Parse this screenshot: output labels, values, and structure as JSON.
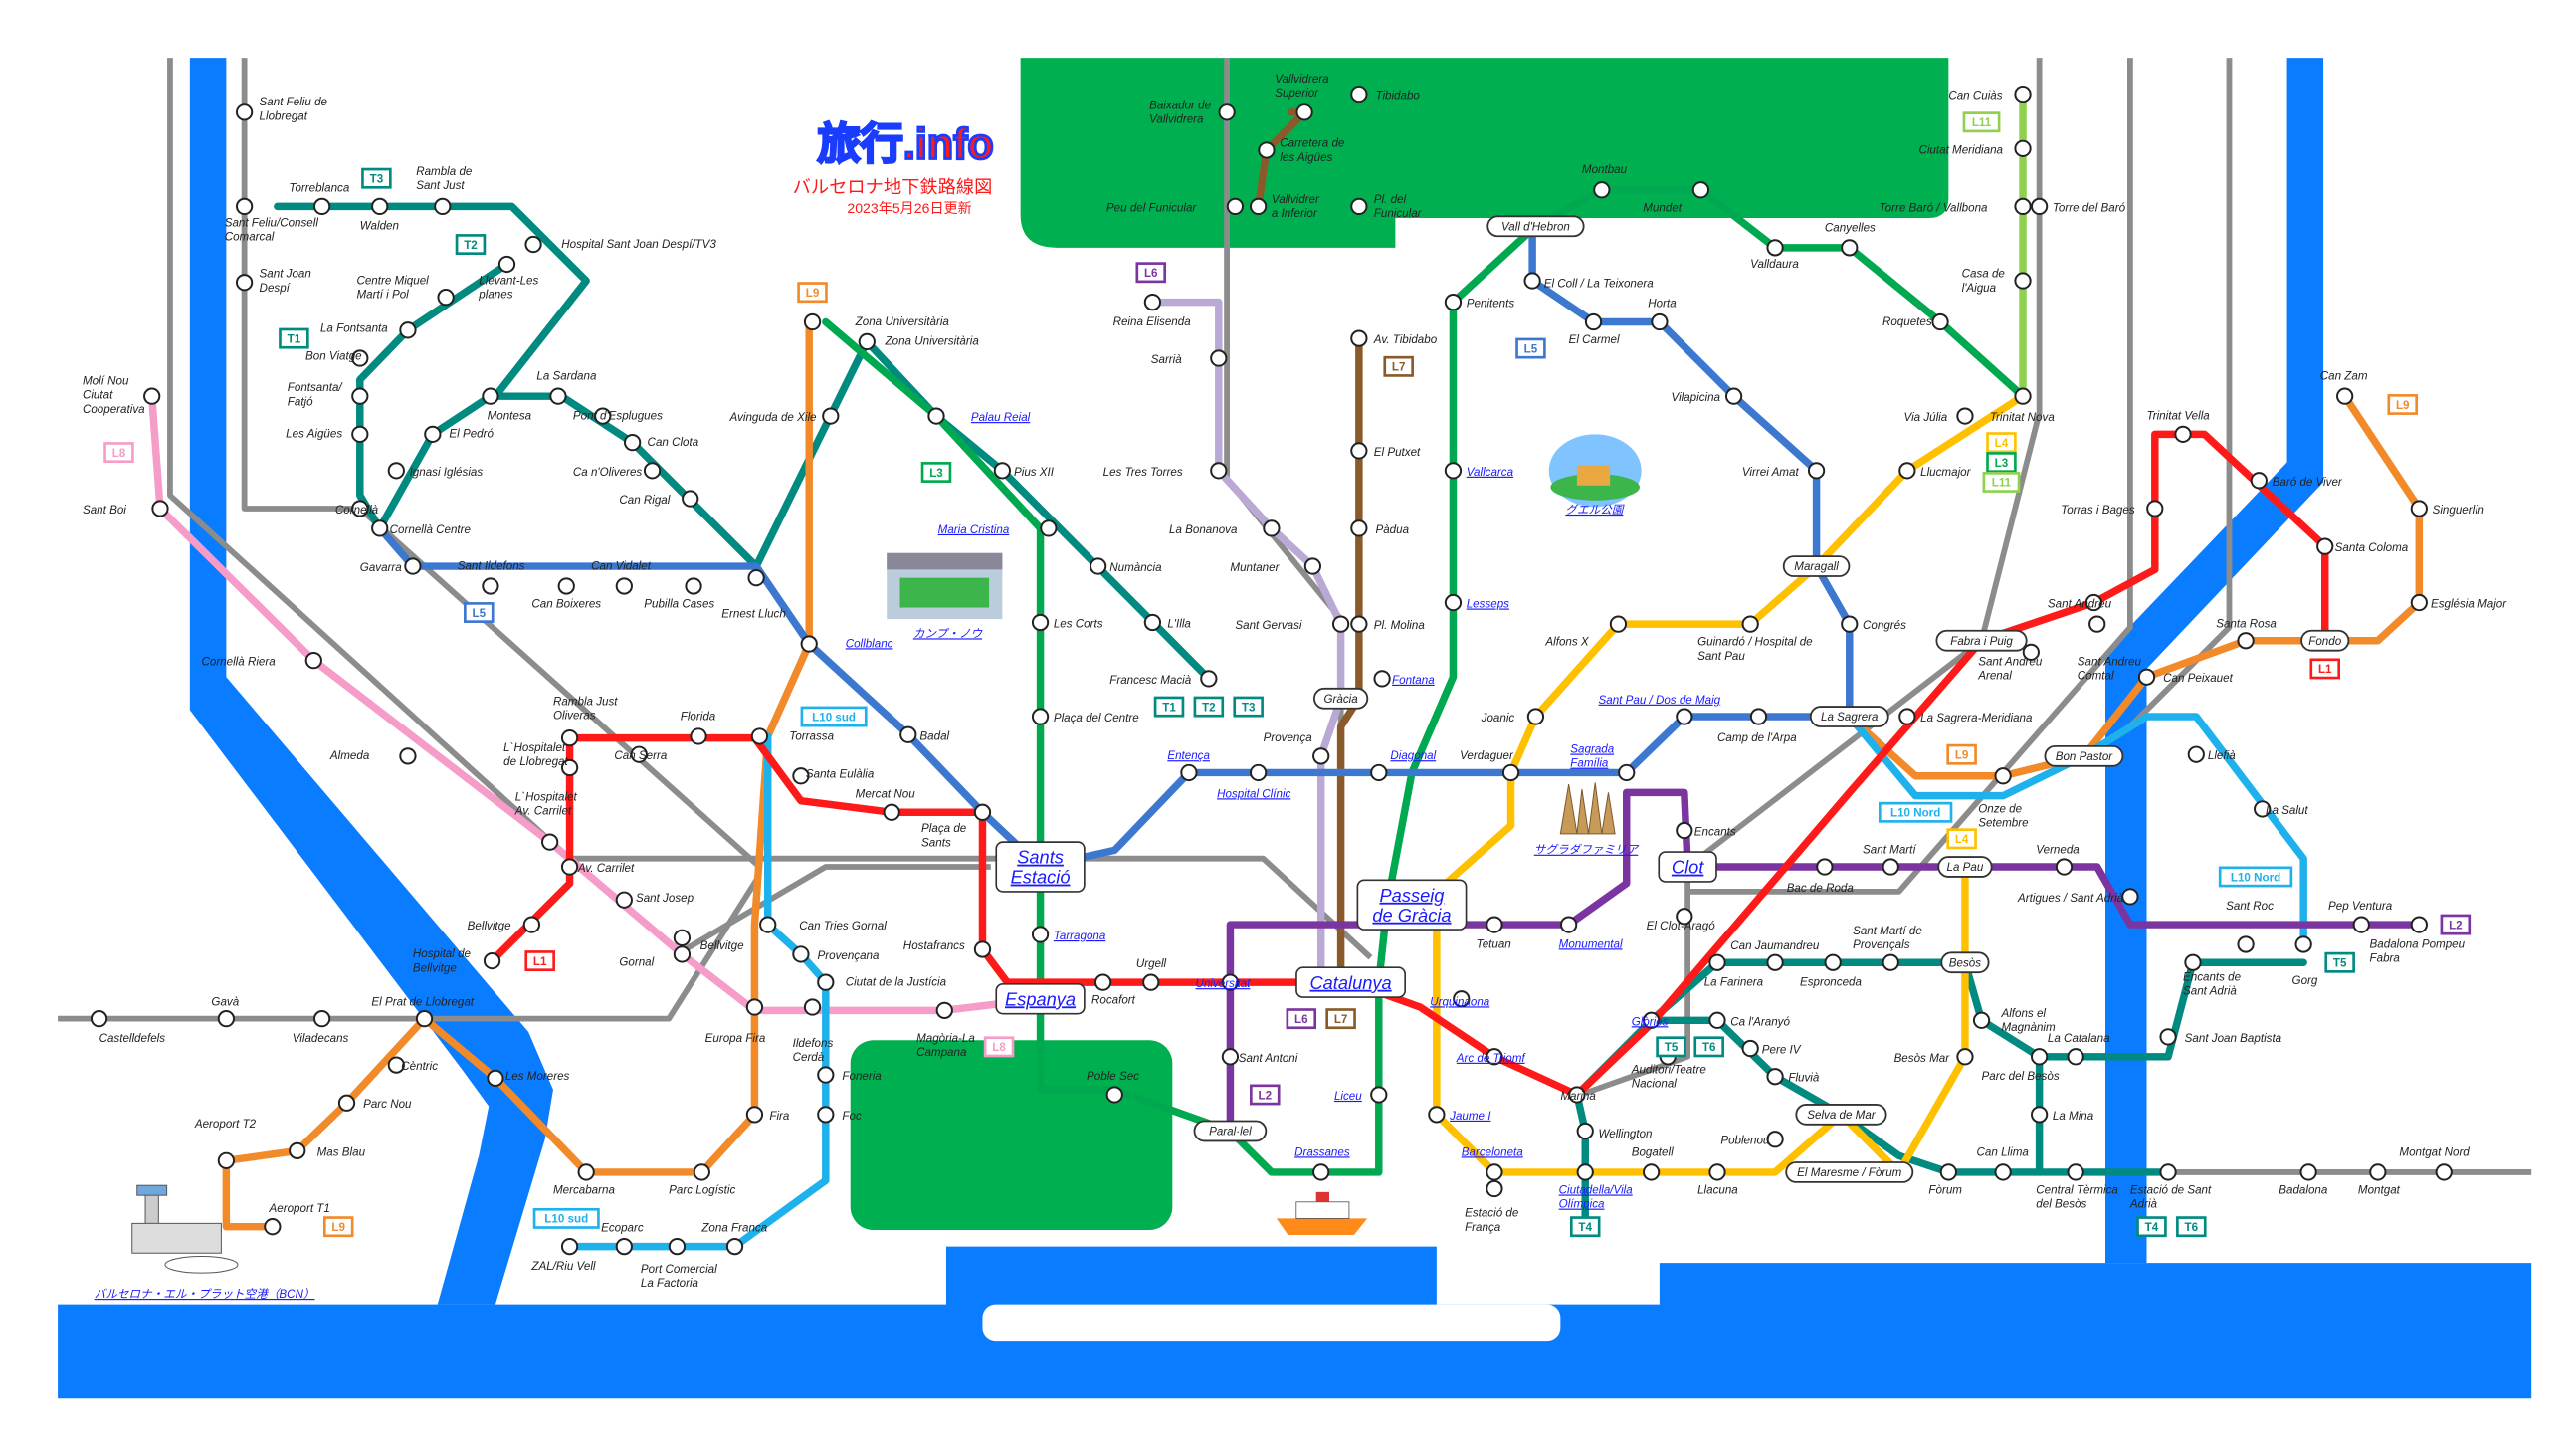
{
  "header": {
    "logo": "旅行.info",
    "subtitle": "バルセロナ地下鉄路線図",
    "updated": "2023年5月26日更新"
  },
  "landmarks": {
    "park_guell": "グエル公園",
    "camp_nou": "カンプ・ノウ",
    "sagrada": "サグラダファミリア",
    "airport": "バルセロナ・エル・プラット空港（BCN）"
  },
  "colors": {
    "L1": "#ff1a1a",
    "L2": "#7a35a0",
    "L3": "#00a94f",
    "L4": "#ffc000",
    "L5": "#3d78d0",
    "L6": "#b9a9d4",
    "L7": "#8b5a2b",
    "L8": "#f59cc8",
    "L9": "#f28a2a",
    "L10": "#1fb1ec",
    "L11": "#8fd14f",
    "tram": "#008a80",
    "rodalies": "#8c8c8c",
    "sea": "#0a7cff",
    "park": "#00b050"
  },
  "badges": [
    {
      "t": "T3",
      "c": "tram"
    },
    {
      "t": "T2",
      "c": "tram"
    },
    {
      "t": "T1",
      "c": "tram"
    },
    {
      "t": "L9",
      "c": "L9"
    },
    {
      "t": "L6",
      "c": "L2"
    },
    {
      "t": "L7",
      "c": "L7"
    },
    {
      "t": "L5",
      "c": "L5"
    },
    {
      "t": "L3",
      "c": "L3"
    },
    {
      "t": "L5",
      "c": "L5"
    },
    {
      "t": "L10 sud",
      "c": "L10"
    },
    {
      "t": "T1",
      "c": "tram"
    },
    {
      "t": "T2",
      "c": "tram"
    },
    {
      "t": "T3",
      "c": "tram"
    },
    {
      "t": "L1",
      "c": "L1"
    },
    {
      "t": "L2",
      "c": "L2"
    },
    {
      "t": "L6",
      "c": "L2"
    },
    {
      "t": "L7",
      "c": "L7"
    },
    {
      "t": "L8",
      "c": "L8"
    },
    {
      "t": "L9",
      "c": "L9"
    },
    {
      "t": "L10 sud",
      "c": "L10"
    },
    {
      "t": "L8",
      "c": "L8"
    },
    {
      "t": "L11",
      "c": "L11"
    },
    {
      "t": "L4",
      "c": "L4"
    },
    {
      "t": "L3",
      "c": "L3"
    },
    {
      "t": "L11",
      "c": "L11"
    },
    {
      "t": "L1",
      "c": "L1"
    },
    {
      "t": "L9",
      "c": "L9"
    },
    {
      "t": "L9",
      "c": "L9"
    },
    {
      "t": "L10 Nord",
      "c": "L10"
    },
    {
      "t": "L4",
      "c": "L4"
    },
    {
      "t": "L10 Nord",
      "c": "L10"
    },
    {
      "t": "L2",
      "c": "L2"
    },
    {
      "t": "T5",
      "c": "tram"
    },
    {
      "t": "T5",
      "c": "tram"
    },
    {
      "t": "T6",
      "c": "tram"
    },
    {
      "t": "T4",
      "c": "tram"
    },
    {
      "t": "T4",
      "c": "tram"
    },
    {
      "t": "T6",
      "c": "tram"
    }
  ],
  "stations": [
    {
      "n": [
        "Sant Feliu de",
        "Llobregat"
      ]
    },
    {
      "n": [
        "Torreblanca"
      ]
    },
    {
      "n": [
        "Walden"
      ]
    },
    {
      "n": [
        "Rambla de",
        "Sant Just"
      ]
    },
    {
      "n": [
        "Sant Feliu/Consell",
        "Comarcal"
      ]
    },
    {
      "n": [
        "Hospital Sant Joan Despí/TV3"
      ]
    },
    {
      "n": [
        "Sant Joan",
        "Despí"
      ]
    },
    {
      "n": [
        "Llevant-Les",
        "planes"
      ]
    },
    {
      "n": [
        "Centre Miquel",
        "Martí i Pol"
      ]
    },
    {
      "n": [
        "La Fontsanta"
      ]
    },
    {
      "n": [
        "Bon Viatge"
      ]
    },
    {
      "n": [
        "Fontsanta/",
        "Fatjó"
      ]
    },
    {
      "n": [
        "Les Aigües"
      ]
    },
    {
      "n": [
        "Montesa"
      ]
    },
    {
      "n": [
        "La Sardana"
      ]
    },
    {
      "n": [
        "El Pedró"
      ]
    },
    {
      "n": [
        "Pont d'Esplugues"
      ]
    },
    {
      "n": [
        "Can Clota"
      ]
    },
    {
      "n": [
        "Ignasi Iglésias"
      ]
    },
    {
      "n": [
        "Ca n'Oliveres"
      ]
    },
    {
      "n": [
        "Can Rigal"
      ]
    },
    {
      "n": [
        "Molí Nou",
        "Ciutat",
        "Cooperativa"
      ]
    },
    {
      "n": [
        "Sant Boi"
      ]
    },
    {
      "n": [
        "Cornellà"
      ]
    },
    {
      "n": [
        "Cornellà Centre"
      ]
    },
    {
      "n": [
        "Gavarra"
      ]
    },
    {
      "n": [
        "Sant Ildefons"
      ]
    },
    {
      "n": [
        "Can Boixeres"
      ]
    },
    {
      "n": [
        "Can Vidalet"
      ]
    },
    {
      "n": [
        "Pubilla Cases"
      ]
    },
    {
      "n": [
        "Ernest Lluch"
      ]
    },
    {
      "n": [
        "Cornellà Riera"
      ]
    },
    {
      "n": [
        "Almeda"
      ]
    },
    {
      "n": [
        "Rambla Just",
        "Oliveras"
      ]
    },
    {
      "n": [
        "Florida"
      ]
    },
    {
      "n": [
        "Torrassa"
      ]
    },
    {
      "n": [
        "Can Serra"
      ]
    },
    {
      "n": [
        "L`Hospitalet",
        "de Llobregat"
      ]
    },
    {
      "n": [
        "L`Hospitalet",
        "Av. Carrilet"
      ]
    },
    {
      "n": [
        "Av. Carrilet"
      ]
    },
    {
      "n": [
        "Sant Josep"
      ]
    },
    {
      "n": [
        "Bellvitge"
      ]
    },
    {
      "n": [
        "Hospital de",
        "Bellvitge"
      ]
    },
    {
      "n": [
        "Gornal"
      ]
    },
    {
      "n": [
        "Bellvitge"
      ]
    },
    {
      "n": [
        "Santa Eulàlia"
      ]
    },
    {
      "n": [
        "Mercat Nou"
      ]
    },
    {
      "n": [
        "Plaça de",
        "Sants"
      ]
    },
    {
      "n": [
        "Badal"
      ]
    },
    {
      "n": [
        "Collblanc"
      ],
      "link": true
    },
    {
      "n": [
        "Zona Universitària"
      ]
    },
    {
      "n": [
        "Zona Universitària"
      ]
    },
    {
      "n": [
        "Avinguda de Xile"
      ]
    },
    {
      "n": [
        "Palau Reial"
      ],
      "link": true
    },
    {
      "n": [
        "Pius XII"
      ]
    },
    {
      "n": [
        "Maria Cristina"
      ],
      "link": true
    },
    {
      "n": [
        "Numància"
      ]
    },
    {
      "n": [
        "L'Illa"
      ]
    },
    {
      "n": [
        "Francesc Macià"
      ]
    },
    {
      "n": [
        "Les Corts"
      ]
    },
    {
      "n": [
        "Plaça del Centre"
      ]
    },
    {
      "n": [
        "Sants",
        "Estació"
      ],
      "link": true
    },
    {
      "n": [
        "Tarragona"
      ],
      "link": true
    },
    {
      "n": [
        "Hostafrancs"
      ]
    },
    {
      "n": [
        "Espanya"
      ],
      "link": true
    },
    {
      "n": [
        "Rocafort"
      ]
    },
    {
      "n": [
        "Urgell"
      ]
    },
    {
      "n": [
        "Universitat"
      ],
      "link": true
    },
    {
      "n": [
        "Catalunya"
      ],
      "link": true
    },
    {
      "n": [
        "Urquinaona"
      ],
      "link": true
    },
    {
      "n": [
        "Arc de Triomf"
      ],
      "link": true
    },
    {
      "n": [
        "Marina"
      ]
    },
    {
      "n": [
        "Sant Antoni"
      ]
    },
    {
      "n": [
        "Paral·lel"
      ]
    },
    {
      "n": [
        "Poble Sec"
      ]
    },
    {
      "n": [
        "Liceu"
      ],
      "link": true
    },
    {
      "n": [
        "Drassanes"
      ],
      "link": true
    },
    {
      "n": [
        "Jaume I"
      ],
      "link": true
    },
    {
      "n": [
        "Barceloneta"
      ],
      "link": true
    },
    {
      "n": [
        "Estació de",
        "França"
      ]
    },
    {
      "n": [
        "Ciutadella/Vila",
        "Olímpica"
      ],
      "link": true
    },
    {
      "n": [
        "Wellington"
      ]
    },
    {
      "n": [
        "Bogatell"
      ]
    },
    {
      "n": [
        "Llacuna"
      ]
    },
    {
      "n": [
        "Poblenou"
      ]
    },
    {
      "n": [
        "Selva de Mar"
      ]
    },
    {
      "n": [
        "El Maresme / Fòrum"
      ]
    },
    {
      "n": [
        "Fòrum"
      ]
    },
    {
      "n": [
        "Can Llima"
      ]
    },
    {
      "n": [
        "Central Tèrmica",
        "del Besòs"
      ]
    },
    {
      "n": [
        "Estació de Sant",
        "Adrià"
      ]
    },
    {
      "n": [
        "Badalona"
      ]
    },
    {
      "n": [
        "Montgat"
      ]
    },
    {
      "n": [
        "Montgat Nord"
      ]
    },
    {
      "n": [
        "Besòs Mar"
      ]
    },
    {
      "n": [
        "Besòs"
      ]
    },
    {
      "n": [
        "Parc del Besòs"
      ]
    },
    {
      "n": [
        "La Catalana"
      ]
    },
    {
      "n": [
        "Alfons el",
        "Magnànim"
      ]
    },
    {
      "n": [
        "La Mina"
      ]
    },
    {
      "n": [
        "Sant Joan Baptista"
      ]
    },
    {
      "n": [
        "Encants de",
        "Sant Adrià"
      ]
    },
    {
      "n": [
        "Gorg"
      ]
    },
    {
      "n": [
        "Sant Roc"
      ]
    },
    {
      "n": [
        "Pep Ventura"
      ]
    },
    {
      "n": [
        "Badalona Pompeu",
        "Fabra"
      ]
    },
    {
      "n": [
        "Artigues / Sant Adrià"
      ]
    },
    {
      "n": [
        "Verneda"
      ]
    },
    {
      "n": [
        "La Pau"
      ]
    },
    {
      "n": [
        "Sant Martí"
      ]
    },
    {
      "n": [
        "Bac de Roda"
      ]
    },
    {
      "n": [
        "Clot"
      ]
    },
    {
      "n": [
        "El Clot-Aragó"
      ]
    },
    {
      "n": [
        "Encants"
      ]
    },
    {
      "n": [
        "Sagrada",
        "Família"
      ],
      "link": true
    },
    {
      "n": [
        "Monumental"
      ],
      "link": true
    },
    {
      "n": [
        "Tetuan"
      ]
    },
    {
      "n": [
        "Passeig",
        "de Gràcia"
      ],
      "link": true
    },
    {
      "n": [
        "Verdaguer"
      ]
    },
    {
      "n": [
        "Diagonal"
      ],
      "link": true
    },
    {
      "n": [
        "Provença"
      ]
    },
    {
      "n": [
        "Hospital Clínic"
      ],
      "link": true
    },
    {
      "n": [
        "Entença"
      ],
      "link": true
    },
    {
      "n": [
        "Gràcia"
      ]
    },
    {
      "n": [
        "Fontana"
      ],
      "link": true
    },
    {
      "n": [
        "Joanic"
      ]
    },
    {
      "n": [
        "Sant Pau / Dos de Maig"
      ],
      "link": true
    },
    {
      "n": [
        "Camp de l'Arpa"
      ]
    },
    {
      "n": [
        "La Sagrera"
      ]
    },
    {
      "n": [
        "La Sagrera-Meridiana"
      ]
    },
    {
      "n": [
        "Glòries"
      ],
      "link": true
    },
    {
      "n": [
        "Auditori/Teatre",
        "Nacional"
      ]
    },
    {
      "n": [
        "Ca l'Aranyó"
      ]
    },
    {
      "n": [
        "Pere IV"
      ]
    },
    {
      "n": [
        "Fluvià"
      ]
    },
    {
      "n": [
        "La Farinera"
      ]
    },
    {
      "n": [
        "Can Jaumandreu"
      ]
    },
    {
      "n": [
        "Espronceda"
      ]
    },
    {
      "n": [
        "Sant Martí de",
        "Provençals"
      ]
    },
    {
      "n": [
        "Congrés"
      ]
    },
    {
      "n": [
        "Guinardó / Hospital de",
        "Sant Pau"
      ]
    },
    {
      "n": [
        "Alfons X"
      ]
    },
    {
      "n": [
        "Maragall"
      ]
    },
    {
      "n": [
        "Virrei Amat"
      ]
    },
    {
      "n": [
        "Vilapicina"
      ]
    },
    {
      "n": [
        "Horta"
      ]
    },
    {
      "n": [
        "El Carmel"
      ]
    },
    {
      "n": [
        "El Coll / La Teixonera"
      ]
    },
    {
      "n": [
        "Vall d'Hebron"
      ]
    },
    {
      "n": [
        "Penitents"
      ]
    },
    {
      "n": [
        "Vallcarca"
      ],
      "link": true
    },
    {
      "n": [
        "Lesseps"
      ],
      "link": true
    },
    {
      "n": [
        "Montbau"
      ]
    },
    {
      "n": [
        "Mundet"
      ]
    },
    {
      "n": [
        "Valldaura"
      ]
    },
    {
      "n": [
        "Canyelles"
      ]
    },
    {
      "n": [
        "Roquetes"
      ]
    },
    {
      "n": [
        "Trinitat Nova"
      ]
    },
    {
      "n": [
        "Via Júlia"
      ]
    },
    {
      "n": [
        "Llucmajor"
      ]
    },
    {
      "n": [
        "Fabra i Puig"
      ]
    },
    {
      "n": [
        "Sant Andreu",
        "Arenal"
      ]
    },
    {
      "n": [
        "Sant Andreu"
      ]
    },
    {
      "n": [
        "Sant Andreu",
        "Comtal"
      ]
    },
    {
      "n": [
        "Torras i Bages"
      ]
    },
    {
      "n": [
        "Trinitat Vella"
      ]
    },
    {
      "n": [
        "Baró de Viver"
      ]
    },
    {
      "n": [
        "Santa Coloma"
      ]
    },
    {
      "n": [
        "Fondo"
      ]
    },
    {
      "n": [
        "Santa Rosa"
      ]
    },
    {
      "n": [
        "Can Peixauet"
      ]
    },
    {
      "n": [
        "Església Major"
      ]
    },
    {
      "n": [
        "Singuerlín"
      ]
    },
    {
      "n": [
        "Can Zam"
      ]
    },
    {
      "n": [
        "Bon Pastor"
      ]
    },
    {
      "n": [
        "Llefià"
      ]
    },
    {
      "n": [
        "La Salut"
      ]
    },
    {
      "n": [
        "Onze de",
        "Setembre"
      ]
    },
    {
      "n": [
        "Can Cuiàs"
      ]
    },
    {
      "n": [
        "Ciutat Meridiana"
      ]
    },
    {
      "n": [
        "Torre Baró / Vallbona"
      ]
    },
    {
      "n": [
        "Torre del Baró"
      ]
    },
    {
      "n": [
        "Casa de",
        "l'Aigua"
      ]
    },
    {
      "n": [
        "Tibidabo"
      ]
    },
    {
      "n": [
        "Vallvidrera",
        "Superior"
      ]
    },
    {
      "n": [
        "Baixador de",
        "Vallvidrera"
      ]
    },
    {
      "n": [
        "Carretera de",
        "les Aigües"
      ]
    },
    {
      "n": [
        "Peu del Funicular"
      ]
    },
    {
      "n": [
        "Vallvidrer",
        "a Inferior"
      ]
    },
    {
      "n": [
        "Pl. del",
        "Funicular"
      ]
    },
    {
      "n": [
        "Av. Tibidabo"
      ]
    },
    {
      "n": [
        "El Putxet"
      ]
    },
    {
      "n": [
        "Pàdua"
      ]
    },
    {
      "n": [
        "Pl. Molina"
      ]
    },
    {
      "n": [
        "Sant Gervasi"
      ]
    },
    {
      "n": [
        "Muntaner"
      ]
    },
    {
      "n": [
        "La Bonanova"
      ]
    },
    {
      "n": [
        "Les Tres Torres"
      ]
    },
    {
      "n": [
        "Sarrià"
      ]
    },
    {
      "n": [
        "Reina Elisenda"
      ]
    },
    {
      "n": [
        "Aeroport T1"
      ]
    },
    {
      "n": [
        "Aeroport T2"
      ]
    },
    {
      "n": [
        "Mas Blau"
      ]
    },
    {
      "n": [
        "Parc Nou"
      ]
    },
    {
      "n": [
        "Cèntric"
      ]
    },
    {
      "n": [
        "El Prat de Llobregat"
      ]
    },
    {
      "n": [
        "Gavà"
      ]
    },
    {
      "n": [
        "Castelldefels"
      ]
    },
    {
      "n": [
        "Viladecans"
      ]
    },
    {
      "n": [
        "Les Moreres"
      ]
    },
    {
      "n": [
        "Mercabarna"
      ]
    },
    {
      "n": [
        "Parc Logístic"
      ]
    },
    {
      "n": [
        "Fira"
      ]
    },
    {
      "n": [
        "Europa Fira"
      ]
    },
    {
      "n": [
        "Ildefons",
        "Cerdà"
      ]
    },
    {
      "n": [
        "Magòria-La",
        "Campana"
      ]
    },
    {
      "n": [
        "Can Tries Gornal"
      ]
    },
    {
      "n": [
        "Provençana"
      ]
    },
    {
      "n": [
        "Ciutat de la Justícia"
      ]
    },
    {
      "n": [
        "Foneria"
      ]
    },
    {
      "n": [
        "Foc"
      ]
    },
    {
      "n": [
        "ZAL/Riu Vell"
      ]
    },
    {
      "n": [
        "Ecoparc"
      ]
    },
    {
      "n": [
        "Zona Franca"
      ]
    },
    {
      "n": [
        "Port Comercial",
        "La Factoria"
      ]
    }
  ]
}
